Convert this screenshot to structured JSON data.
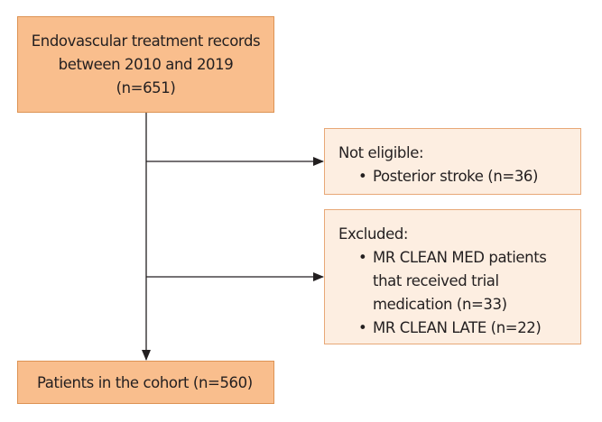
{
  "flowchart": {
    "start": {
      "lines": [
        "Endovascular treatment records",
        "between 2010 and 2019",
        "(n=651)"
      ]
    },
    "not_eligible": {
      "heading": "Not eligible:",
      "items": [
        "Posterior stroke (n=36)"
      ]
    },
    "excluded": {
      "heading": "Excluded:",
      "items": [
        [
          "MR CLEAN MED patients",
          "that received trial",
          "medication (n=33)"
        ],
        [
          "MR CLEAN LATE (n=22)"
        ]
      ]
    },
    "end": {
      "label": "Patients in the cohort (n=560)"
    },
    "bullet_char": "•"
  },
  "colors": {
    "main_box_fill": "#f9be8d",
    "main_box_border": "#dd9354",
    "side_box_fill": "#fdeee1",
    "side_box_border": "#e8a877",
    "line": "#231f20"
  }
}
